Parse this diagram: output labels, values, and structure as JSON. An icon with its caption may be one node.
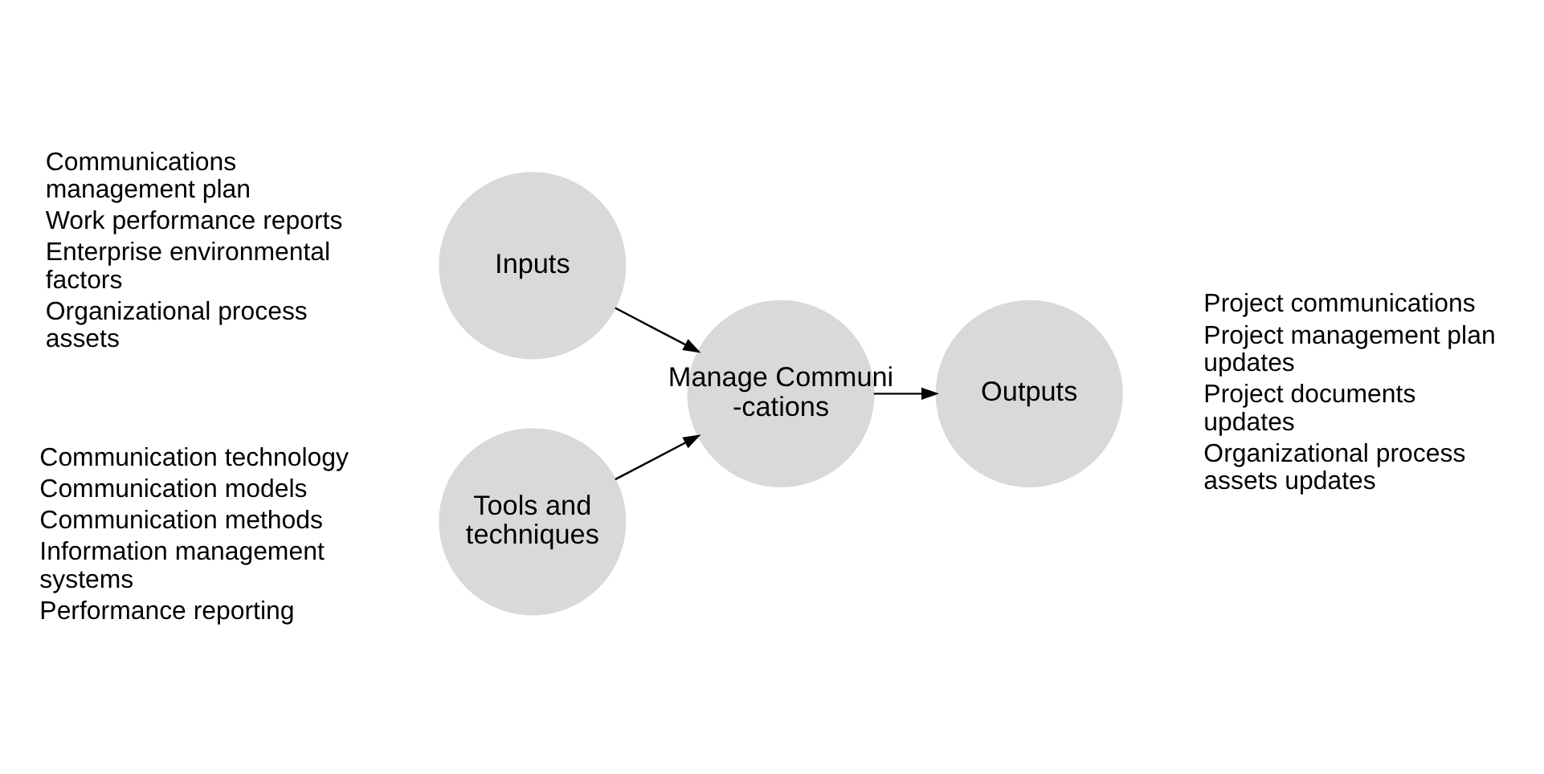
{
  "diagram": {
    "nodes": [
      {
        "text": [
          "Inputs"
        ],
        "beside": [
          "Communications management plan",
          "Work performance reports",
          "Enterprise environmental factors",
          "Organizational process assets"
        ]
      },
      {
        "text": [
          "Tools and techniques"
        ],
        "beside": [
          "Communication technology",
          "Communication models",
          "Communication methods",
          "Information management systems",
          "Performance reporting"
        ]
      },
      {
        "text": [
          "Manage Communi-cations"
        ]
      },
      {
        "text": [
          "Outputs"
        ],
        "beside": [
          "Project communications",
          "Project management plan updates",
          "Project documents updates",
          "Organizational process assets updates"
        ]
      }
    ],
    "edges": [
      {
        "from": 0,
        "to": 2,
        "arrow": "to"
      },
      {
        "from": 1,
        "to": 2,
        "arrow": "to"
      },
      {
        "from": 2,
        "to": 3,
        "arrow": "to"
      }
    ]
  }
}
